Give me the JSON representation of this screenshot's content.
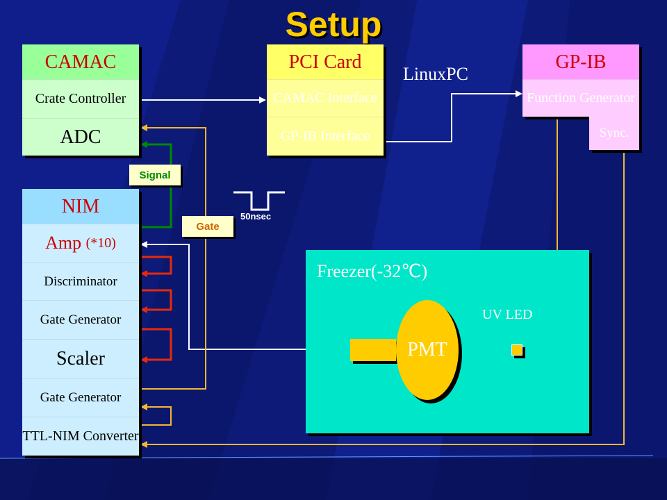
{
  "title": "Setup",
  "linux_pc_label": "LinuxPC",
  "camac": {
    "header": "CAMAC",
    "crate_controller": "Crate Controller",
    "adc": "ADC"
  },
  "pci_card": {
    "header": "PCI Card",
    "camac_interface": "CAMAC Interface",
    "gpib_interface": "GP-IB Interface"
  },
  "gpib": {
    "header": "GP-IB",
    "function_generator": "Function Generator",
    "sync": "Sync."
  },
  "nim": {
    "header": "NIM",
    "amp": "Amp",
    "amp_gain": "(*10)",
    "discriminator": "Discriminator",
    "gate_generator_1": "Gate Generator",
    "scaler": "Scaler",
    "gate_generator_2": "Gate Generator",
    "ttl_nim_converter": "TTL-NIM Converter"
  },
  "signal_tag": "Signal",
  "gate_tag": "Gate",
  "pulse_width_label": "50nsec",
  "freezer": {
    "label": "Freezer(-32℃)",
    "pmt": "PMT",
    "uv_led": "UV LED"
  },
  "colors": {
    "background": "#0d1a78",
    "freezer": "#00e6c8",
    "pmt": "#ffcc00",
    "signal_wire": "#008800",
    "gate_wire": "#f2b830",
    "discriminator_wire": "#e62a0a",
    "white_wire": "#ffffff",
    "header_text": "#cc0000"
  }
}
